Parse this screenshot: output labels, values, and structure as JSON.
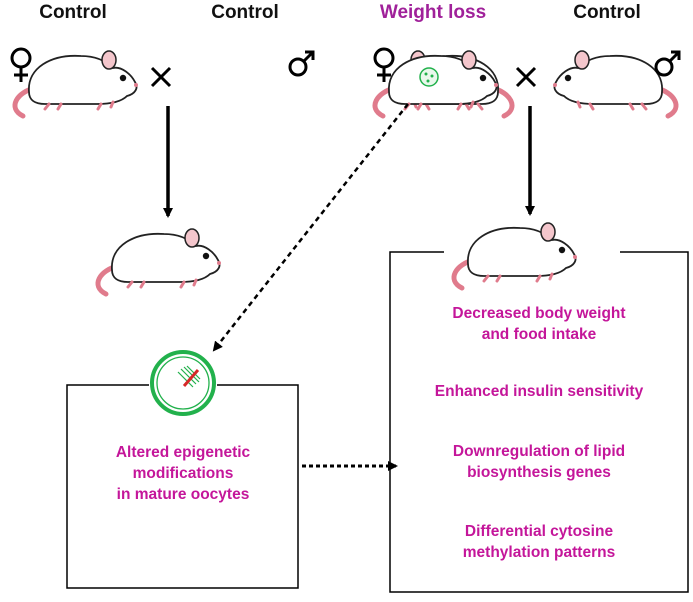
{
  "labels": {
    "top_left_female": "Control",
    "top_left_male": "Control",
    "top_right_female": "Weight loss",
    "top_right_male": "Control"
  },
  "oocyte_box": {
    "line1": "Altered epigenetic",
    "line2": "modifications",
    "line3": "in mature oocytes"
  },
  "offspring_box": {
    "item1_line1": "Decreased body weight",
    "item1_line2": "and food intake",
    "item2": "Enhanced insulin sensitivity",
    "item3_line1": "Downregulation of lipid",
    "item3_line2": "biosynthesis genes",
    "item4_line1": "Differential cytosine",
    "item4_line2": "methylation patterns"
  },
  "colors": {
    "label_purple": "#a0219a",
    "text_magenta": "#c4169a",
    "oocyte_green": "#22b14c",
    "tail_pink": "#e07b8c",
    "chromosome_red": "#d62828"
  },
  "icons": {
    "female": "female-symbol-icon",
    "male": "male-symbol-icon",
    "cross": "cross-icon",
    "mouse": "mouse-icon",
    "oocyte": "oocyte-icon"
  }
}
